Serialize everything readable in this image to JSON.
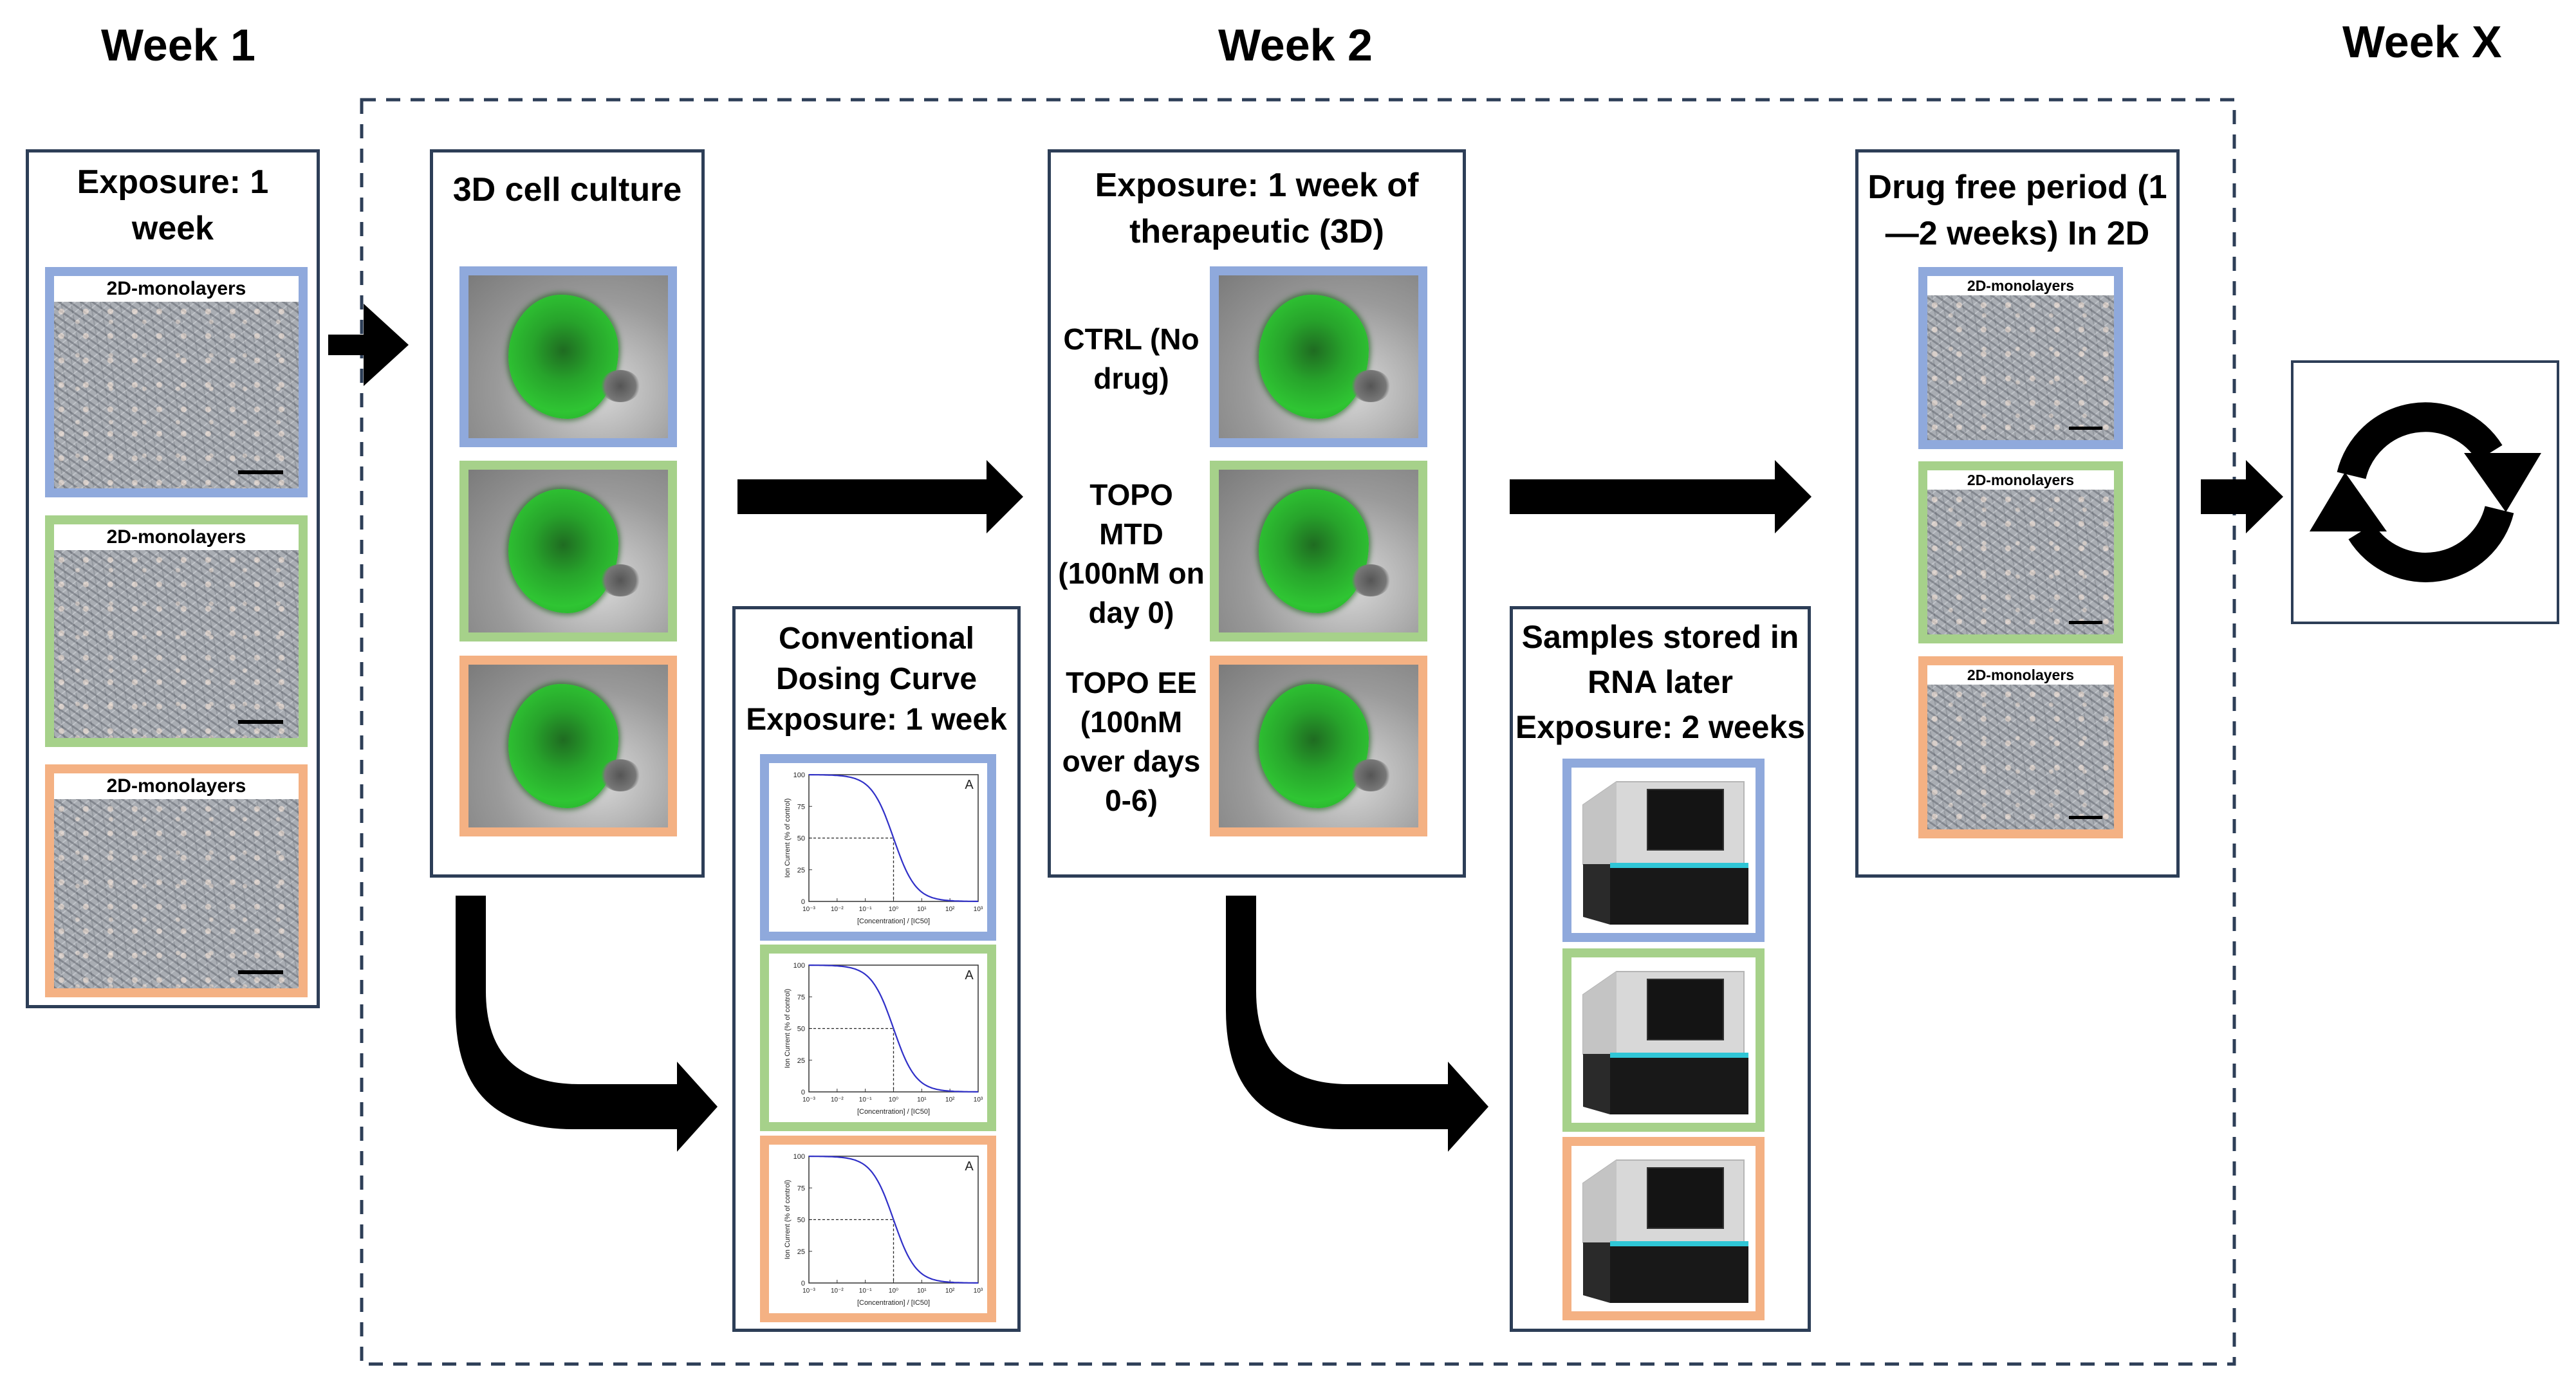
{
  "weeks": {
    "w1": "Week 1",
    "w2": "Week 2",
    "wx": "Week X"
  },
  "panels": {
    "exposure1": "Exposure: 1 week",
    "culture3d": "3D cell culture",
    "exposure3d": "Exposure: 1 week of therapeutic (3D)",
    "drugfree": "Drug free period (1—2 weeks) In 2D",
    "dosing": "Conventional Dosing Curve Exposure: 1 week",
    "samples": "Samples stored in RNA later Exposure: 2 weeks"
  },
  "tile_label": "2D-monolayers",
  "treatments": {
    "ctrl": "CTRL (No drug)",
    "mtd": "TOPO MTD (100nM on day 0)",
    "ee": "TOPO EE (100nM over days 0-6)"
  },
  "curve": {
    "ylabel": "Ion Current (% of control)",
    "xlabel": "[Concentration] / [IC50]",
    "corner": "A",
    "yticks": [
      "0",
      "25",
      "50",
      "75",
      "100"
    ],
    "xticks": [
      "10⁻³",
      "10⁻²",
      "10⁻¹",
      "10⁰",
      "10¹",
      "10²",
      "10³"
    ],
    "ic50_marker": 50
  },
  "colors": {
    "blue": "#8fa9dc",
    "green": "#a6d18a",
    "orange": "#f4b183",
    "panel_border": "#2d3e57",
    "curve_line": "#3030c8"
  }
}
